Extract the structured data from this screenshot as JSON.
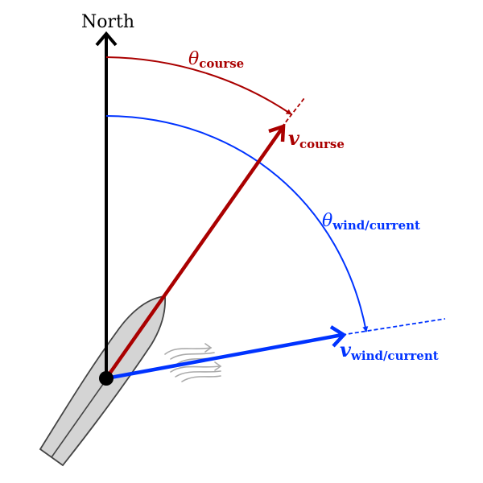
{
  "labels": {
    "north": "North",
    "theta_course_symbol": "θ",
    "theta_course_sub": "course",
    "v_course_symbol": "v",
    "v_course_sub": "course",
    "theta_wind_symbol": "θ",
    "theta_wind_sub": "wind/current",
    "v_wind_symbol": "v",
    "v_wind_sub": "wind/current"
  },
  "colors": {
    "north": "#000000",
    "course": "#aa0000",
    "wind": "#0033ff",
    "boat_fill": "#d4d4d4",
    "boat_stroke": "#444444",
    "wind_marks": "#aaaaaa"
  }
}
